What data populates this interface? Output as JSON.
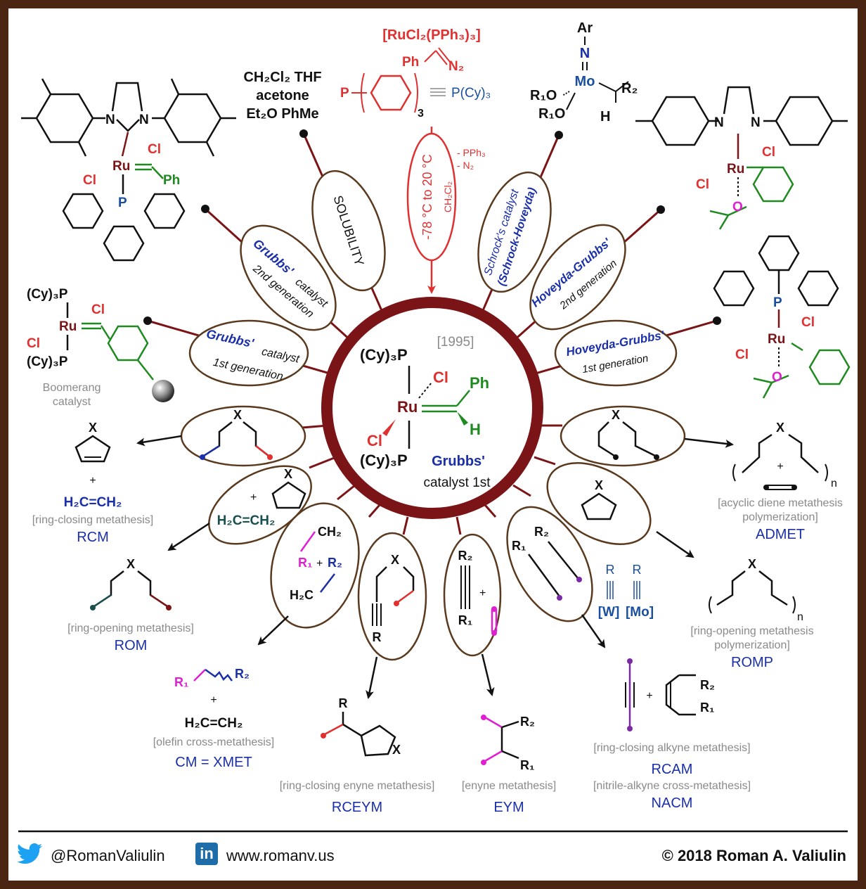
{
  "center": {
    "year": "[1995]",
    "phosphine_top": "(Cy)₃P",
    "phosphine_bottom": "(Cy)₃P",
    "metal": "Ru",
    "cl_top": "Cl",
    "cl_bottom": "Cl",
    "ph": "Ph",
    "h": "H",
    "name_line1": "Grubbs'",
    "name_line2": "catalyst 1st"
  },
  "petals": [
    {
      "id": "grubbs1",
      "line1": "Grubbs'",
      "line1b": "catalyst",
      "line2": "1st generation"
    },
    {
      "id": "grubbs2",
      "line1": "Grubbs'",
      "line1b": "catalyst",
      "line2": "2nd generation"
    },
    {
      "id": "solubility",
      "line1": "SOLUBILITY"
    },
    {
      "id": "synthesis",
      "line1": "-78 °C to 20 °C",
      "line2": "CH₂Cl₂"
    },
    {
      "id": "schrock",
      "line1": "Schrock's catalyst",
      "line2": "(Schrock-Hoveyda)"
    },
    {
      "id": "hg2",
      "line1": "Hoveyda-Grubbs'",
      "line2": "2nd generation"
    },
    {
      "id": "hg1",
      "line1": "Hoveyda-Grubbs'",
      "line2": "1st generation"
    }
  ],
  "solvents": {
    "line1": "CH₂Cl₂ THF",
    "line2": "acetone",
    "line3": "Et₂O PhMe"
  },
  "synthesis": {
    "reagent": "[RuCl₂(PPh₃)₃]",
    "diazo": "Ph",
    "n2": "N₂",
    "phosphine": "P(Cy)₃",
    "p_label": "P",
    "sub3": "3",
    "byproduct1": "- PPh₃",
    "byproduct2": "- N₂"
  },
  "schrock_structure": {
    "ar": "Ar",
    "n": "N",
    "mo": "Mo",
    "r2": "R₂",
    "r1o_top": "R₁O",
    "r1o_bottom": "R₁O",
    "h": "H"
  },
  "structures": {
    "grubbs2": {
      "n1": "N",
      "n2": "N",
      "ru": "Ru",
      "cl1": "Cl",
      "cl2": "Cl",
      "ph": "Ph",
      "p": "P"
    },
    "hg2": {
      "n1": "N",
      "n2": "N",
      "ru": "Ru",
      "cl1": "Cl",
      "cl2": "Cl",
      "o": "O"
    },
    "grubbs1_boomerang": {
      "p1": "(Cy)₃P",
      "p2": "(Cy)₃P",
      "ru": "Ru",
      "cl1": "Cl",
      "cl2": "Cl",
      "caption1": "Boomerang",
      "caption2": "catalyst"
    },
    "hg1": {
      "p": "P",
      "ru": "Ru",
      "cl1": "Cl",
      "cl2": "Cl",
      "o": "O"
    }
  },
  "reactions": [
    {
      "id": "rcm",
      "bracket": "[ring-closing metathesis]",
      "abbr": "RCM",
      "plus": "+",
      "byproduct": "H₂C=CH₂",
      "x": "X"
    },
    {
      "id": "admet",
      "bracket1": "[acyclic diene metathesis",
      "bracket2": "polymerization]",
      "abbr": "ADMET",
      "plus": "+",
      "x": "X",
      "n": "n"
    },
    {
      "id": "rom",
      "bracket": "[ring-opening metathesis]",
      "abbr": "ROM",
      "plus": "+",
      "reagent": "H₂C=CH₂",
      "x": "X"
    },
    {
      "id": "romp",
      "bracket1": "[ring-opening metathesis",
      "bracket2": "polymerization]",
      "abbr": "ROMP",
      "x": "X",
      "n": "n"
    },
    {
      "id": "cm",
      "bracket": "[olefin cross-metathesis]",
      "abbr": "CM = XMET",
      "plus": "+",
      "byproduct": "H₂C=CH₂",
      "r1": "R₁",
      "r2": "R₂",
      "ch2": "CH₂",
      "h2c": "H₂C"
    },
    {
      "id": "rceym",
      "bracket": "[ring-closing enyne metathesis]",
      "abbr": "RCEYM",
      "r": "R",
      "x": "X"
    },
    {
      "id": "eym",
      "bracket": "[enyne metathesis]",
      "abbr": "EYM",
      "plus": "+",
      "r1": "R₁",
      "r2": "R₂"
    },
    {
      "id": "rcam",
      "bracket": "[ring-closing alkyne metathesis]",
      "abbr": "RCAM",
      "plus": "+",
      "r1": "R₁",
      "r2": "R₂",
      "w": "[W]",
      "mo": "[Mo]",
      "r": "R"
    },
    {
      "id": "nacm",
      "bracket": "[nitrile-alkyne cross-metathesis]",
      "abbr": "NACM"
    }
  ],
  "footer": {
    "twitter": "@RomanValiulin",
    "website": "www.romanv.us",
    "copyright": "© 2018 Roman A. Valiulin",
    "linkedin_label": "in"
  },
  "colors": {
    "ring": "#7b1416",
    "frame": "#4a2512",
    "red": "#e03030",
    "blue": "#1a2fa8",
    "green": "#1f8a1f",
    "magenta": "#e020d0",
    "purple": "#7a2aa8",
    "gray": "#8a8a8a",
    "petal": "#5a3a1e"
  }
}
